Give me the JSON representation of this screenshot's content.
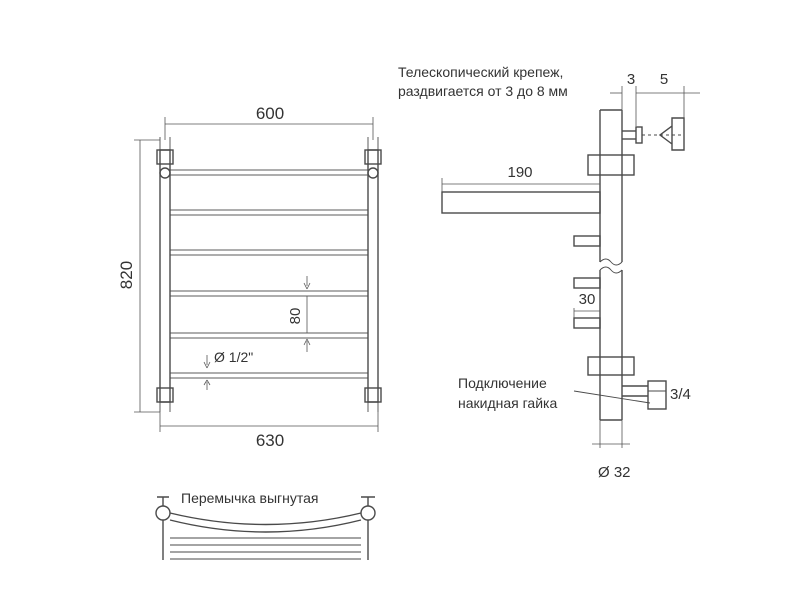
{
  "front_view": {
    "width_top": "600",
    "width_bottom": "630",
    "height": "820",
    "rung_spacing": "80",
    "pipe_diameter": "Ø 1/2\""
  },
  "side_view": {
    "mount_note_line1": "Телескопический крепеж,",
    "mount_note_line2": "раздвигается от 3 до 8 мм",
    "gap_min": "3",
    "gap_extra": "5",
    "depth": "190",
    "spacer": "30",
    "connection_line1": "Подключение",
    "connection_line2": "накидная гайка",
    "thread": "3/4",
    "diameter": "Ø 32"
  },
  "top_view": {
    "caption": "Перемычка выгнутая"
  }
}
